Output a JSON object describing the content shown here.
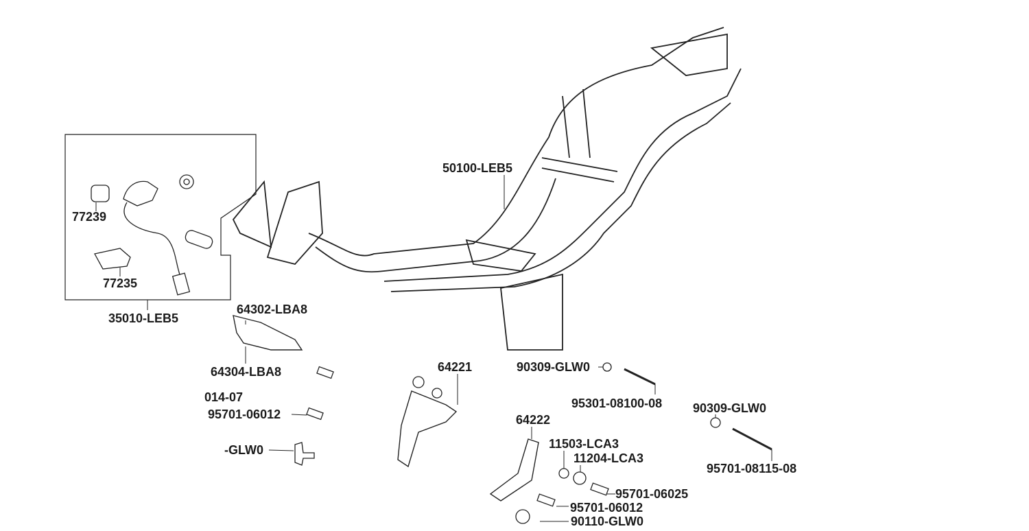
{
  "diagram": {
    "kit_label": "35010-LEB5",
    "labels": {
      "l77239": "77239",
      "l77235": "77235",
      "l64302": "64302-LBA8",
      "l64304": "64304-LBA8",
      "l50100": "50100-LEB5",
      "l64221": "64221",
      "l90309a": "90309-GLW0",
      "l01407": "014-07",
      "l95701a": "95701-06012",
      "lglw0": "-GLW0",
      "l95301": "95301-08100-08",
      "l90309b": "90309-GLW0",
      "l64222": "64222",
      "l11503": "11503-LCA3",
      "l11204": "11204-LCA3",
      "l95701c": "95701-08115-08",
      "l95701d": "95701-06025",
      "l95701b": "95701-06012",
      "l90110": "90110-GLW0"
    }
  }
}
